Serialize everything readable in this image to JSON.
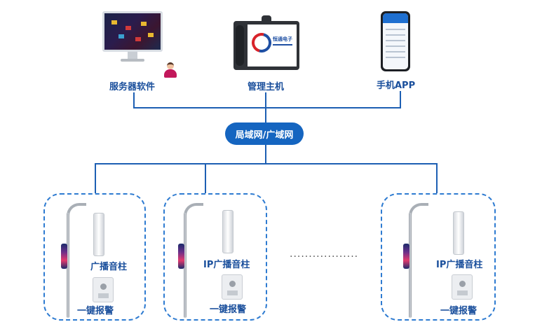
{
  "top": {
    "server_label": "服务器软件",
    "host_label": "管理主机",
    "app_label": "手机APP",
    "host_brand": "恒通电子"
  },
  "network_label": "局域网/广域网",
  "groups": [
    {
      "speaker_label": "广播音柱",
      "alarm_label": "一键报警"
    },
    {
      "speaker_label": "IP广播音柱",
      "alarm_label": "一键报警"
    },
    {
      "speaker_label": "IP广播音柱",
      "alarm_label": "一键报警"
    }
  ],
  "ellipsis": "··················",
  "colors": {
    "line": "#1d5fb3",
    "pill": "#1565c0",
    "label": "#1a4f9c",
    "dashed_border": "#2e7bd1"
  }
}
